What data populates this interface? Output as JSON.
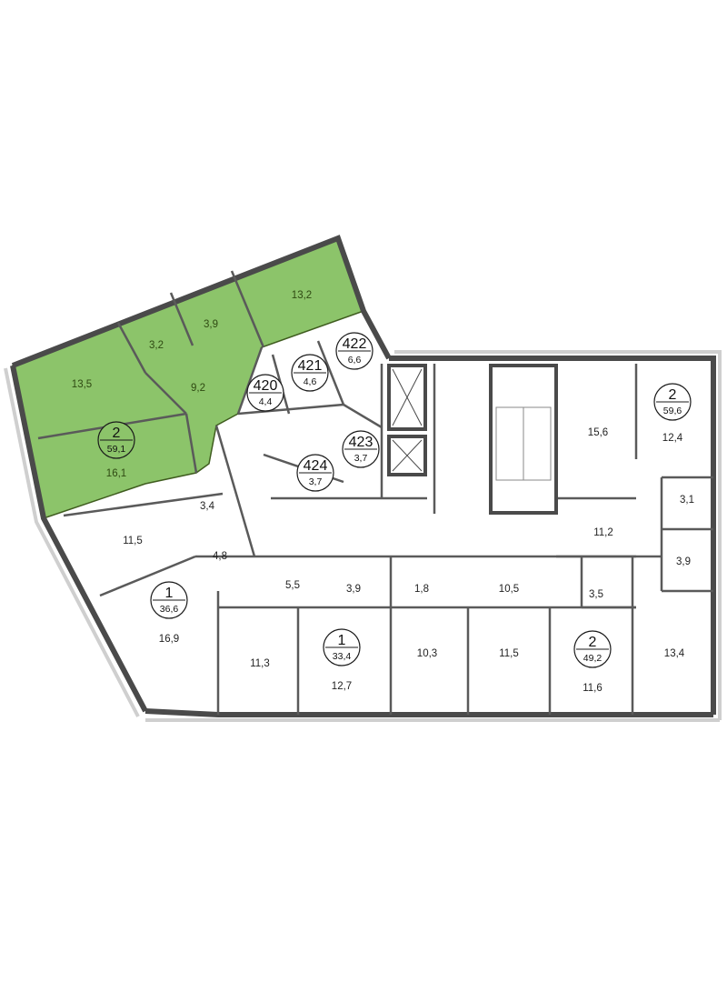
{
  "colors": {
    "wall": "#4a4a4a",
    "selected_fill": "#8cc46a",
    "selected_wall": "#3f5c1f",
    "thin_line": "#8a8a8a",
    "window": "#cfcfcf"
  },
  "selected_apartment": {
    "rooms": "2",
    "area": "59,1"
  },
  "apartments": [
    {
      "id": "apt-a",
      "rooms": "2",
      "area": "59,1",
      "selected": true
    },
    {
      "id": "apt-b",
      "rooms": "1",
      "area": "36,6",
      "selected": false
    },
    {
      "id": "apt-c",
      "rooms": "1",
      "area": "33,4",
      "selected": false
    },
    {
      "id": "apt-d",
      "rooms": "2",
      "area": "49,2",
      "selected": false
    },
    {
      "id": "apt-e",
      "rooms": "2",
      "area": "59,6",
      "selected": false
    }
  ],
  "storage_units": [
    {
      "id": "420",
      "area": "4,4"
    },
    {
      "id": "421",
      "area": "4,6"
    },
    {
      "id": "422",
      "area": "6,6"
    },
    {
      "id": "423",
      "area": "3,7"
    },
    {
      "id": "424",
      "area": "3,7"
    }
  ],
  "room_areas": [
    "13,2",
    "3,9",
    "3,2",
    "13,5",
    "9,2",
    "16,1",
    "3,4",
    "11,5",
    "4,8",
    "16,9",
    "11,3",
    "5,5",
    "3,9",
    "12,7",
    "1,8",
    "10,3",
    "10,5",
    "11,5",
    "3,5",
    "11,6",
    "13,4",
    "11,2",
    "3,9",
    "3,1",
    "12,4",
    "15,6"
  ]
}
